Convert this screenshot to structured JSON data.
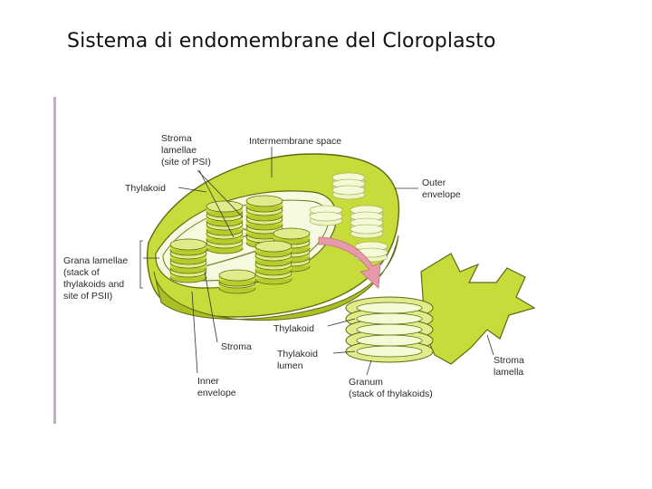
{
  "title": "Sistema di endomembrane del Cloroplasto",
  "colors": {
    "fill": "#c7dc3a",
    "fill_light": "#dbe97a",
    "stroke": "#5f6a12",
    "arrow": "#e79aa9",
    "bar": "#c8a6cf"
  },
  "labels": {
    "stroma_lamellae": [
      "Stroma",
      "lamellae",
      "(site of PSI)"
    ],
    "intermembrane_space": "Intermembrane space",
    "thylakoid_top": "Thylakoid",
    "outer_envelope": [
      "Outer",
      "envelope"
    ],
    "grana_lamellae": [
      "Grana lamellae",
      "(stack of",
      "thylakoids and",
      "site of PSII)"
    ],
    "thylakoid_mid": "Thylakoid",
    "stroma": "Stroma",
    "thylakoid_lumen": [
      "Thylakoid",
      "lumen"
    ],
    "inner_envelope": [
      "Inner",
      "envelope"
    ],
    "granum": [
      "Granum",
      "(stack of thylakoids)"
    ],
    "stroma_lamella": [
      "Stroma",
      "lamella"
    ]
  }
}
